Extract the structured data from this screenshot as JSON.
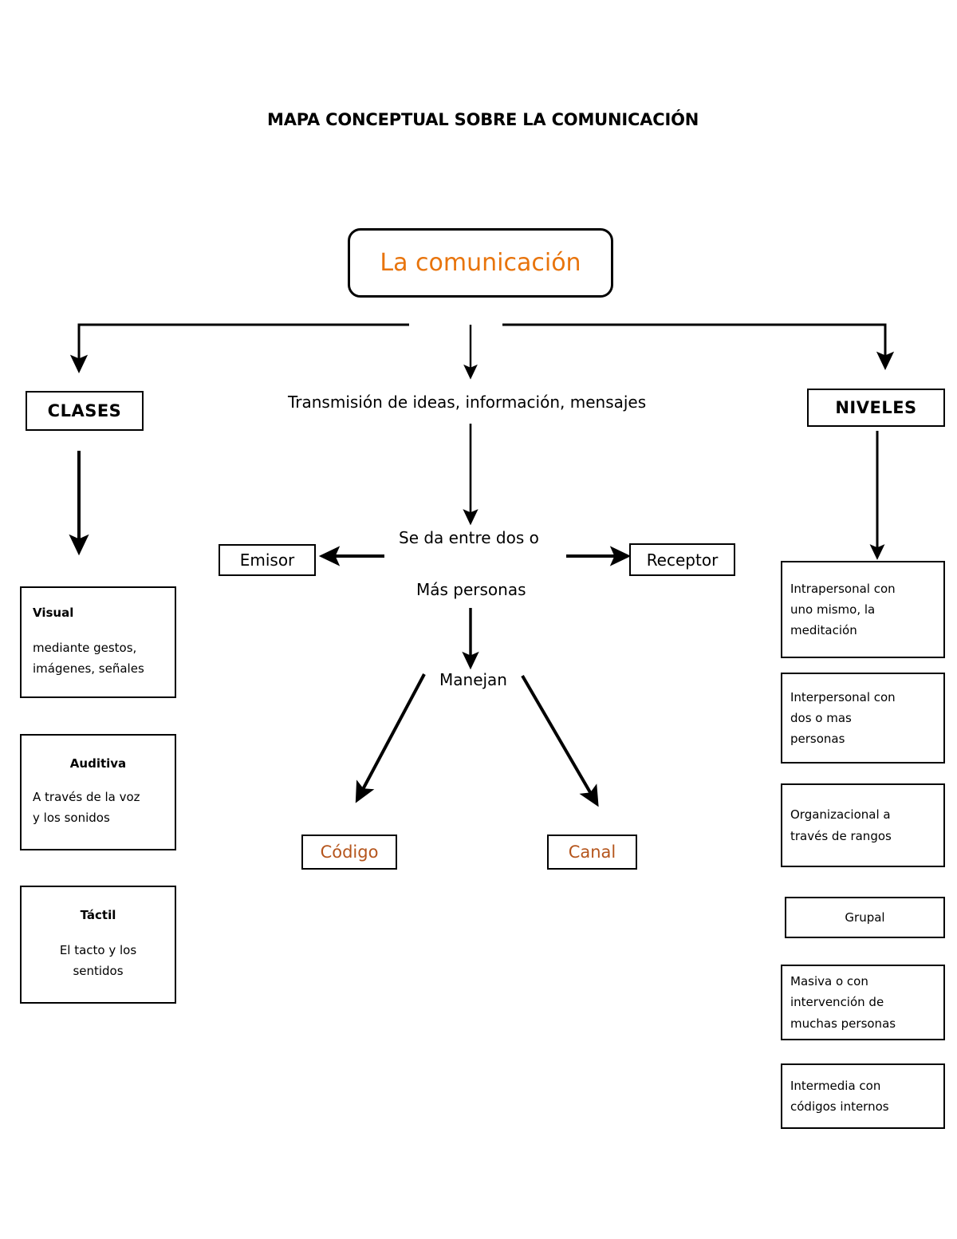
{
  "document": {
    "title": "MAPA CONCEPTUAL SOBRE LA COMUNICACIÓN"
  },
  "colors": {
    "root_text": "#e8740c",
    "term_text": "#b5551c",
    "stroke": "#000000",
    "background": "#ffffff"
  },
  "root": {
    "label": "La comunicación"
  },
  "branches": {
    "left_header": "CLASES",
    "right_header": "NIVELES"
  },
  "center": {
    "transmision": "Transmisión de ideas, información, mensajes",
    "se_da_entre": "Se da entre dos o",
    "mas_personas": "Más personas",
    "emisor": "Emisor",
    "receptor": "Receptor",
    "manejan": "Manejan",
    "codigo": "Código",
    "canal": "Canal"
  },
  "clases": [
    {
      "lead": "Visual",
      "desc_line1": "mediante gestos,",
      "desc_line2": "imágenes, señales",
      "lead_align": "left",
      "desc_align": "left"
    },
    {
      "lead": "Auditiva",
      "desc_line1": "A través de la voz",
      "desc_line2": "y  los sonidos",
      "lead_align": "center",
      "desc_align": "left"
    },
    {
      "lead": "Táctil",
      "desc_line1": "El tacto y los",
      "desc_line2": "sentidos",
      "lead_align": "center",
      "desc_align": "center"
    }
  ],
  "niveles": [
    {
      "line1": "Intrapersonal con",
      "line2": "uno mismo, la",
      "line3": "meditación",
      "align": "left"
    },
    {
      "line1": "Interpersonal con",
      "line2": "dos o mas",
      "line3": "personas",
      "align": "left"
    },
    {
      "line1": "Organizacional a",
      "line2": "través de rangos",
      "line3": "",
      "align": "left"
    },
    {
      "line1": "Grupal",
      "line2": "",
      "line3": "",
      "align": "center"
    },
    {
      "line1": "Masiva o con",
      "line2": "intervención de",
      "line3": "muchas personas",
      "align": "left"
    },
    {
      "line1": "Intermedia con",
      "line2": "códigos internos",
      "line3": "",
      "align": "left"
    }
  ],
  "connections": [
    {
      "from": "root",
      "to": "CLASES",
      "style": "elbow-left-arrow"
    },
    {
      "from": "root",
      "to": "Transmisión de ideas, información, mensajes",
      "style": "straight-down-arrow"
    },
    {
      "from": "root",
      "to": "NIVELES",
      "style": "elbow-right-arrow"
    },
    {
      "from": "CLASES",
      "to": "Visual",
      "style": "straight-down-arrow"
    },
    {
      "from": "Transmisión de ideas, información, mensajes",
      "to": "Se da entre dos o / Más personas",
      "style": "straight-down-arrow"
    },
    {
      "from": "Se da entre dos o",
      "to": "Emisor",
      "style": "left-arrow"
    },
    {
      "from": "Se da entre dos o",
      "to": "Receptor",
      "style": "right-arrow"
    },
    {
      "from": "Más personas",
      "to": "Manejan",
      "style": "straight-down-arrow"
    },
    {
      "from": "Manejan",
      "to": "Código",
      "style": "diagonal-down-left-arrow"
    },
    {
      "from": "Manejan",
      "to": "Canal",
      "style": "diagonal-down-right-arrow"
    },
    {
      "from": "NIVELES",
      "to": "Intrapersonal con uno mismo, la meditación",
      "style": "straight-down-arrow"
    }
  ]
}
